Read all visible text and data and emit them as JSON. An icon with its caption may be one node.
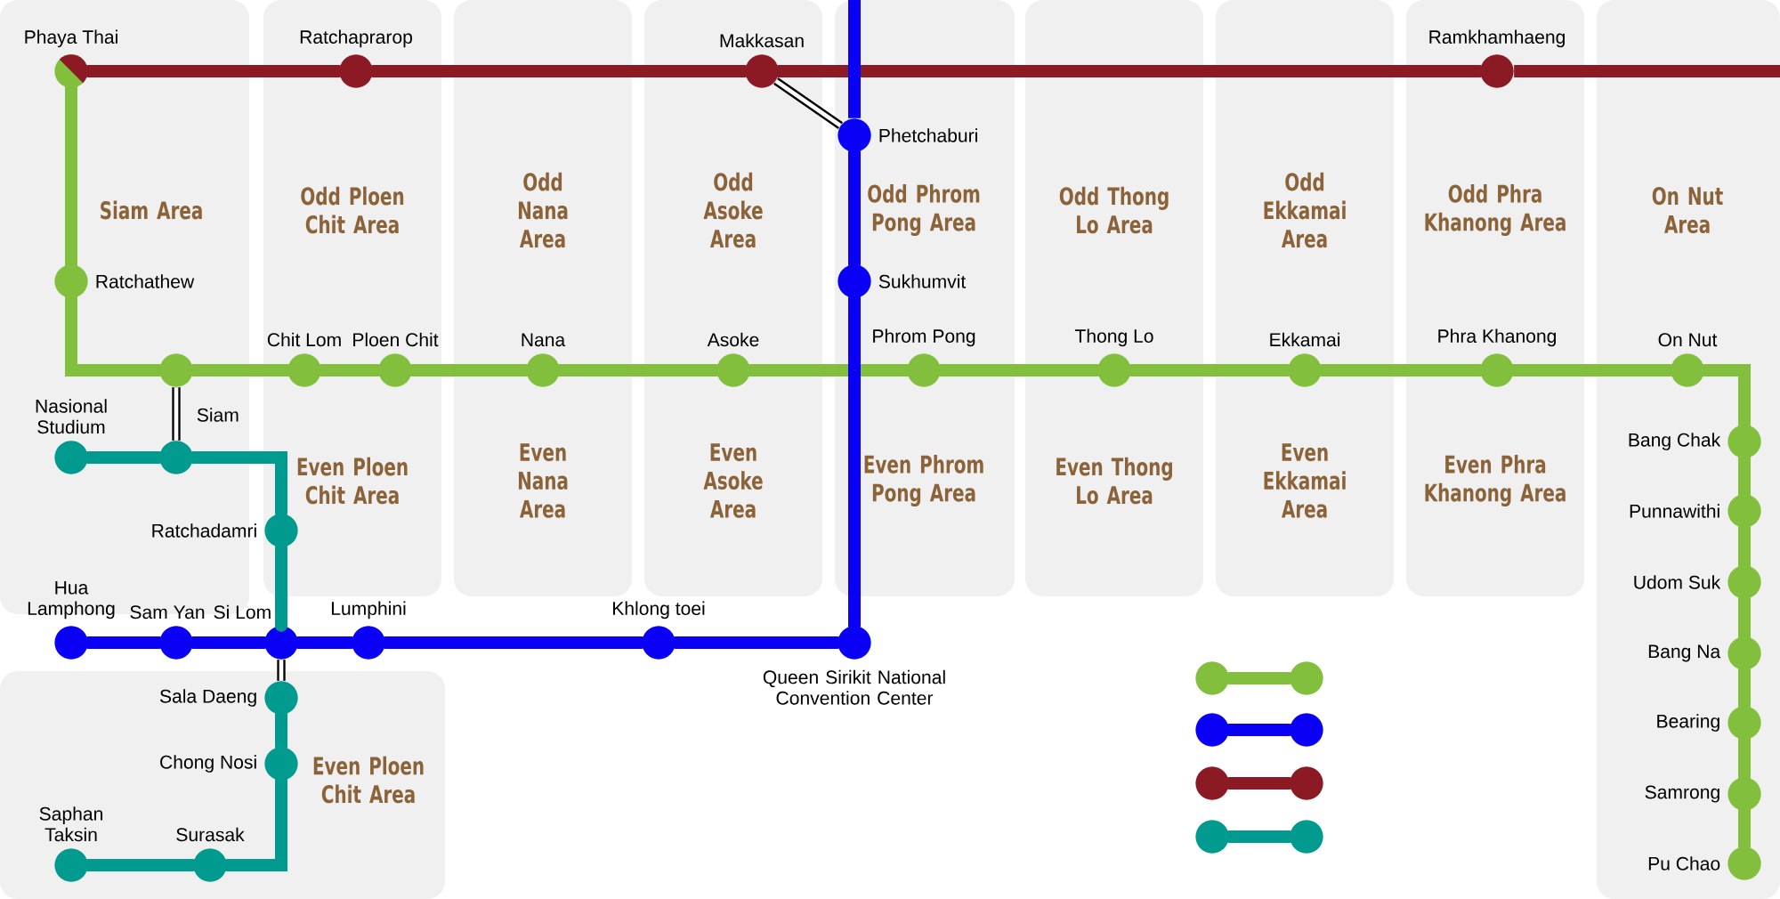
{
  "diagram": {
    "nodes": [
      {
        "text": [
          "Siam Area"
        ]
      },
      {
        "text": [
          "Odd Ploen Chit Area",
          "Even Ploen Chit Area"
        ]
      },
      {
        "text": [
          "Odd Nana Area",
          "Even Nana Area"
        ]
      },
      {
        "text": [
          "Odd Asoke Area",
          "Even Asoke Area"
        ]
      },
      {
        "text": [
          "Odd Phrom Pong Area",
          "Even Phrom Pong Area"
        ]
      },
      {
        "text": [
          "Odd Thong Lo Area",
          "Even Thong Lo Area"
        ]
      },
      {
        "text": [
          "Odd Ekkamai Area",
          "Even Ekkamai Area"
        ]
      },
      {
        "text": [
          "Odd Phra Khanong Area",
          "Even Phra Khanong Area"
        ]
      },
      {
        "text": [
          "On Nut Area"
        ]
      },
      {
        "text": [
          "Even Ploen Chit Area"
        ]
      },
      {
        "text": [
          "Phaya Thai"
        ],
        "in": 0
      },
      {
        "text": [
          "Ratchaprarop"
        ],
        "in": 1
      },
      {
        "text": [
          "Makkasan"
        ],
        "in": 3
      },
      {
        "text": [
          "Ramkhamhaeng"
        ],
        "in": 7
      },
      {
        "text": [
          "Phetchaburi"
        ],
        "in": 4
      },
      {
        "text": [
          "Ratchathew"
        ],
        "in": 0
      },
      {
        "text": [
          "Sukhumvit"
        ],
        "in": 4
      },
      {
        "text": [],
        "shape": "circle",
        "in": 0
      },
      {
        "text": [
          "Chit Lom"
        ],
        "in": 1
      },
      {
        "text": [
          "Ploen Chit"
        ],
        "in": 1
      },
      {
        "text": [
          "Nana"
        ],
        "in": 2
      },
      {
        "text": [
          "Asoke"
        ],
        "in": 3
      },
      {
        "text": [
          "Phrom Pong"
        ],
        "in": 4
      },
      {
        "text": [
          "Thong Lo"
        ],
        "in": 5
      },
      {
        "text": [
          "Ekkamai"
        ],
        "in": 6
      },
      {
        "text": [
          "Phra Khanong"
        ],
        "in": 7
      },
      {
        "text": [
          "On Nut"
        ],
        "in": 8
      },
      {
        "text": [
          "Bang Chak"
        ],
        "in": 8
      },
      {
        "text": [
          "Punnawithi"
        ],
        "in": 8
      },
      {
        "text": [
          "Udom Suk"
        ],
        "in": 8
      },
      {
        "text": [
          "Bang Na"
        ],
        "in": 8
      },
      {
        "text": [
          "Bearing"
        ],
        "in": 8
      },
      {
        "text": [
          "Samrong"
        ],
        "in": 8
      },
      {
        "text": [
          "Pu Chao"
        ],
        "in": 8
      },
      {
        "text": [
          "Nasional Studium"
        ],
        "in": 0
      },
      {
        "text": [
          "Siam"
        ],
        "in": 0
      },
      {
        "text": [
          "Ratchadamri"
        ],
        "in": 1
      },
      {
        "text": [
          "Hua Lamphong"
        ]
      },
      {
        "text": [
          "Sam Yan"
        ]
      },
      {
        "text": [
          "Si Lom"
        ]
      },
      {
        "text": [
          "Lumphini"
        ]
      },
      {
        "text": [
          "Khlong toei"
        ]
      },
      {
        "text": [
          "Queen Sirikit National Convention Center"
        ]
      },
      {
        "text": [
          "Sala Daeng"
        ],
        "in": 9
      },
      {
        "text": [
          "Chong Nosi"
        ],
        "in": 9
      },
      {
        "text": [
          "Surasak"
        ],
        "in": 9
      },
      {
        "text": [
          "Saphan Taksin"
        ],
        "in": 9
      },
      {
        "text": [],
        "shape": "circle"
      },
      {
        "text": [],
        "shape": "circle"
      },
      {
        "text": [],
        "shape": "circle"
      },
      {
        "text": [],
        "shape": "circle"
      },
      {
        "text": [],
        "shape": "circle"
      },
      {
        "text": [],
        "shape": "circle"
      },
      {
        "text": [],
        "shape": "circle"
      },
      {
        "text": [],
        "shape": "circle"
      }
    ],
    "edges": [
      {
        "from": 10,
        "to": 15,
        "arrow": "none"
      },
      {
        "from": 15,
        "to": 17,
        "arrow": "none"
      },
      {
        "from": 17,
        "to": 18,
        "arrow": "none"
      },
      {
        "from": 18,
        "to": 19,
        "arrow": "none"
      },
      {
        "from": 19,
        "to": 20,
        "arrow": "none"
      },
      {
        "from": 20,
        "to": 21,
        "arrow": "none"
      },
      {
        "from": 21,
        "to": 22,
        "arrow": "none"
      },
      {
        "from": 22,
        "to": 23,
        "arrow": "none"
      },
      {
        "from": 23,
        "to": 24,
        "arrow": "none"
      },
      {
        "from": 24,
        "to": 25,
        "arrow": "none"
      },
      {
        "from": 25,
        "to": 26,
        "arrow": "none"
      },
      {
        "from": 26,
        "to": 27,
        "arrow": "none"
      },
      {
        "from": 27,
        "to": 28,
        "arrow": "none"
      },
      {
        "from": 28,
        "to": 29,
        "arrow": "none"
      },
      {
        "from": 29,
        "to": 30,
        "arrow": "none"
      },
      {
        "from": 30,
        "to": 31,
        "arrow": "none"
      },
      {
        "from": 31,
        "to": 32,
        "arrow": "none"
      },
      {
        "from": 32,
        "to": 33,
        "arrow": "none"
      },
      {
        "from": 10,
        "to": 11,
        "arrow": "none",
        "color": "#8b1a24"
      },
      {
        "from": 11,
        "to": 12,
        "arrow": "none",
        "color": "#8b1a24"
      },
      {
        "from": 12,
        "to": 13,
        "arrow": "none",
        "color": "#8b1a24"
      },
      {
        "from": 13,
        "to": null,
        "arrow": "none",
        "color": "#8b1a24"
      },
      {
        "from": 37,
        "to": 38,
        "arrow": "none",
        "color": "#0a00f5"
      },
      {
        "from": 38,
        "to": 39,
        "arrow": "none",
        "color": "#0a00f5"
      },
      {
        "from": 39,
        "to": 40,
        "arrow": "none",
        "color": "#0a00f5"
      },
      {
        "from": 40,
        "to": 41,
        "arrow": "none",
        "color": "#0a00f5"
      },
      {
        "from": 41,
        "to": 42,
        "arrow": "none",
        "color": "#0a00f5"
      },
      {
        "from": 42,
        "to": 16,
        "arrow": "none",
        "color": "#0a00f5"
      },
      {
        "from": 16,
        "to": 14,
        "arrow": "none",
        "color": "#0a00f5"
      },
      {
        "from": 14,
        "to": null,
        "arrow": "none",
        "color": "#0a00f5"
      },
      {
        "from": 34,
        "to": 35,
        "arrow": "none",
        "color": "#009a8f"
      },
      {
        "from": 35,
        "to": 36,
        "arrow": "none",
        "color": "#009a8f"
      },
      {
        "from": 36,
        "to": 39,
        "arrow": "none",
        "color": "#009a8f"
      },
      {
        "from": 43,
        "to": 44,
        "arrow": "none",
        "color": "#009a8f"
      },
      {
        "from": 44,
        "to": 45,
        "arrow": "none",
        "color": "#009a8f"
      },
      {
        "from": 45,
        "to": 46,
        "arrow": "none",
        "color": "#009a8f"
      },
      {
        "from": 17,
        "to": 35,
        "arrow": "none",
        "color": "#000000"
      },
      {
        "from": 39,
        "to": 43,
        "arrow": "none",
        "color": "#000000"
      },
      {
        "from": 12,
        "to": 14,
        "arrow": "none",
        "color": "#000000"
      },
      {
        "from": 47,
        "to": 48,
        "arrow": "none"
      },
      {
        "from": 49,
        "to": 50,
        "arrow": "none",
        "color": "#0a00f5"
      },
      {
        "from": 51,
        "to": 52,
        "arrow": "none",
        "color": "#8b1a24"
      },
      {
        "from": 53,
        "to": 54,
        "arrow": "none",
        "color": "#009a8f"
      }
    ]
  }
}
